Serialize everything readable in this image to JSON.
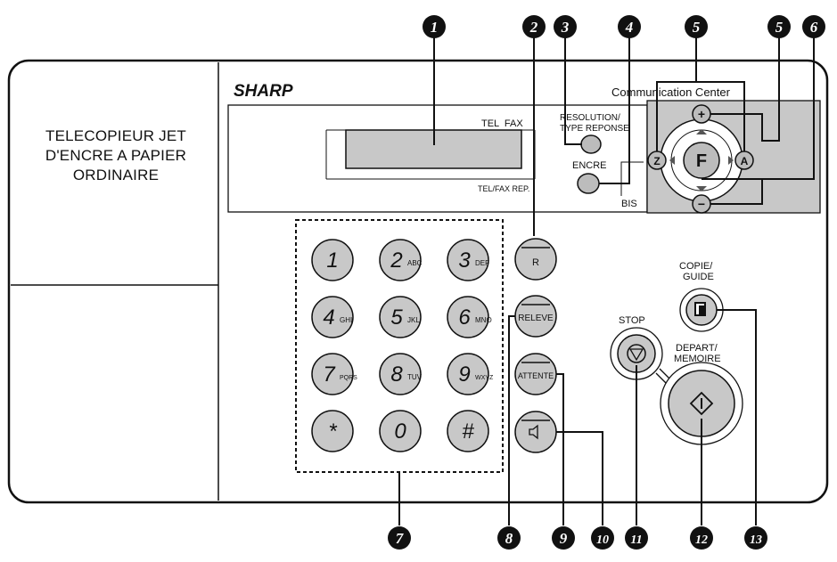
{
  "brand": "SHARP",
  "side_label": [
    "TELECOPIEUR JET",
    "D'ENCRE A PAPIER",
    "ORDINAIRE"
  ],
  "display": {
    "top_label": "TEL  FAX",
    "bottom_label": "TEL/FAX REP."
  },
  "buttons": {
    "resolution_line1": "RESOLUTION/",
    "resolution_line2": "TYPE REPONSE",
    "encre": "ENCRE",
    "bis": "BIS",
    "comm_center": "Communication Center",
    "r": "R",
    "releve": "RELEVE",
    "attente": "ATTENTE",
    "stop": "STOP",
    "copie_line1": "COPIE/",
    "copie_line2": "GUIDE",
    "depart_line1": "DEPART/",
    "depart_line2": "MEMOIRE"
  },
  "nav": {
    "center": "F",
    "left": "Z",
    "right": "A",
    "up": "+",
    "down": "−"
  },
  "keypad": [
    {
      "digit": "1",
      "letters": ""
    },
    {
      "digit": "2",
      "letters": "ABC"
    },
    {
      "digit": "3",
      "letters": "DEF"
    },
    {
      "digit": "4",
      "letters": "GHI"
    },
    {
      "digit": "5",
      "letters": "JKL"
    },
    {
      "digit": "6",
      "letters": "MNO"
    },
    {
      "digit": "7",
      "letters": "PQRS"
    },
    {
      "digit": "8",
      "letters": "TUV"
    },
    {
      "digit": "9",
      "letters": "WXYZ"
    },
    {
      "digit": "*",
      "letters": ""
    },
    {
      "digit": "0",
      "letters": ""
    },
    {
      "digit": "#",
      "letters": ""
    }
  ],
  "callouts": {
    "top": [
      "1",
      "2",
      "3",
      "4",
      "5",
      "5",
      "6"
    ],
    "bottom": [
      "7",
      "8",
      "9",
      "10",
      "11",
      "12",
      "13"
    ]
  },
  "colors": {
    "panel_gray": "#c8c8c8",
    "button_gray": "#bcbcbc",
    "line": "#111111"
  }
}
